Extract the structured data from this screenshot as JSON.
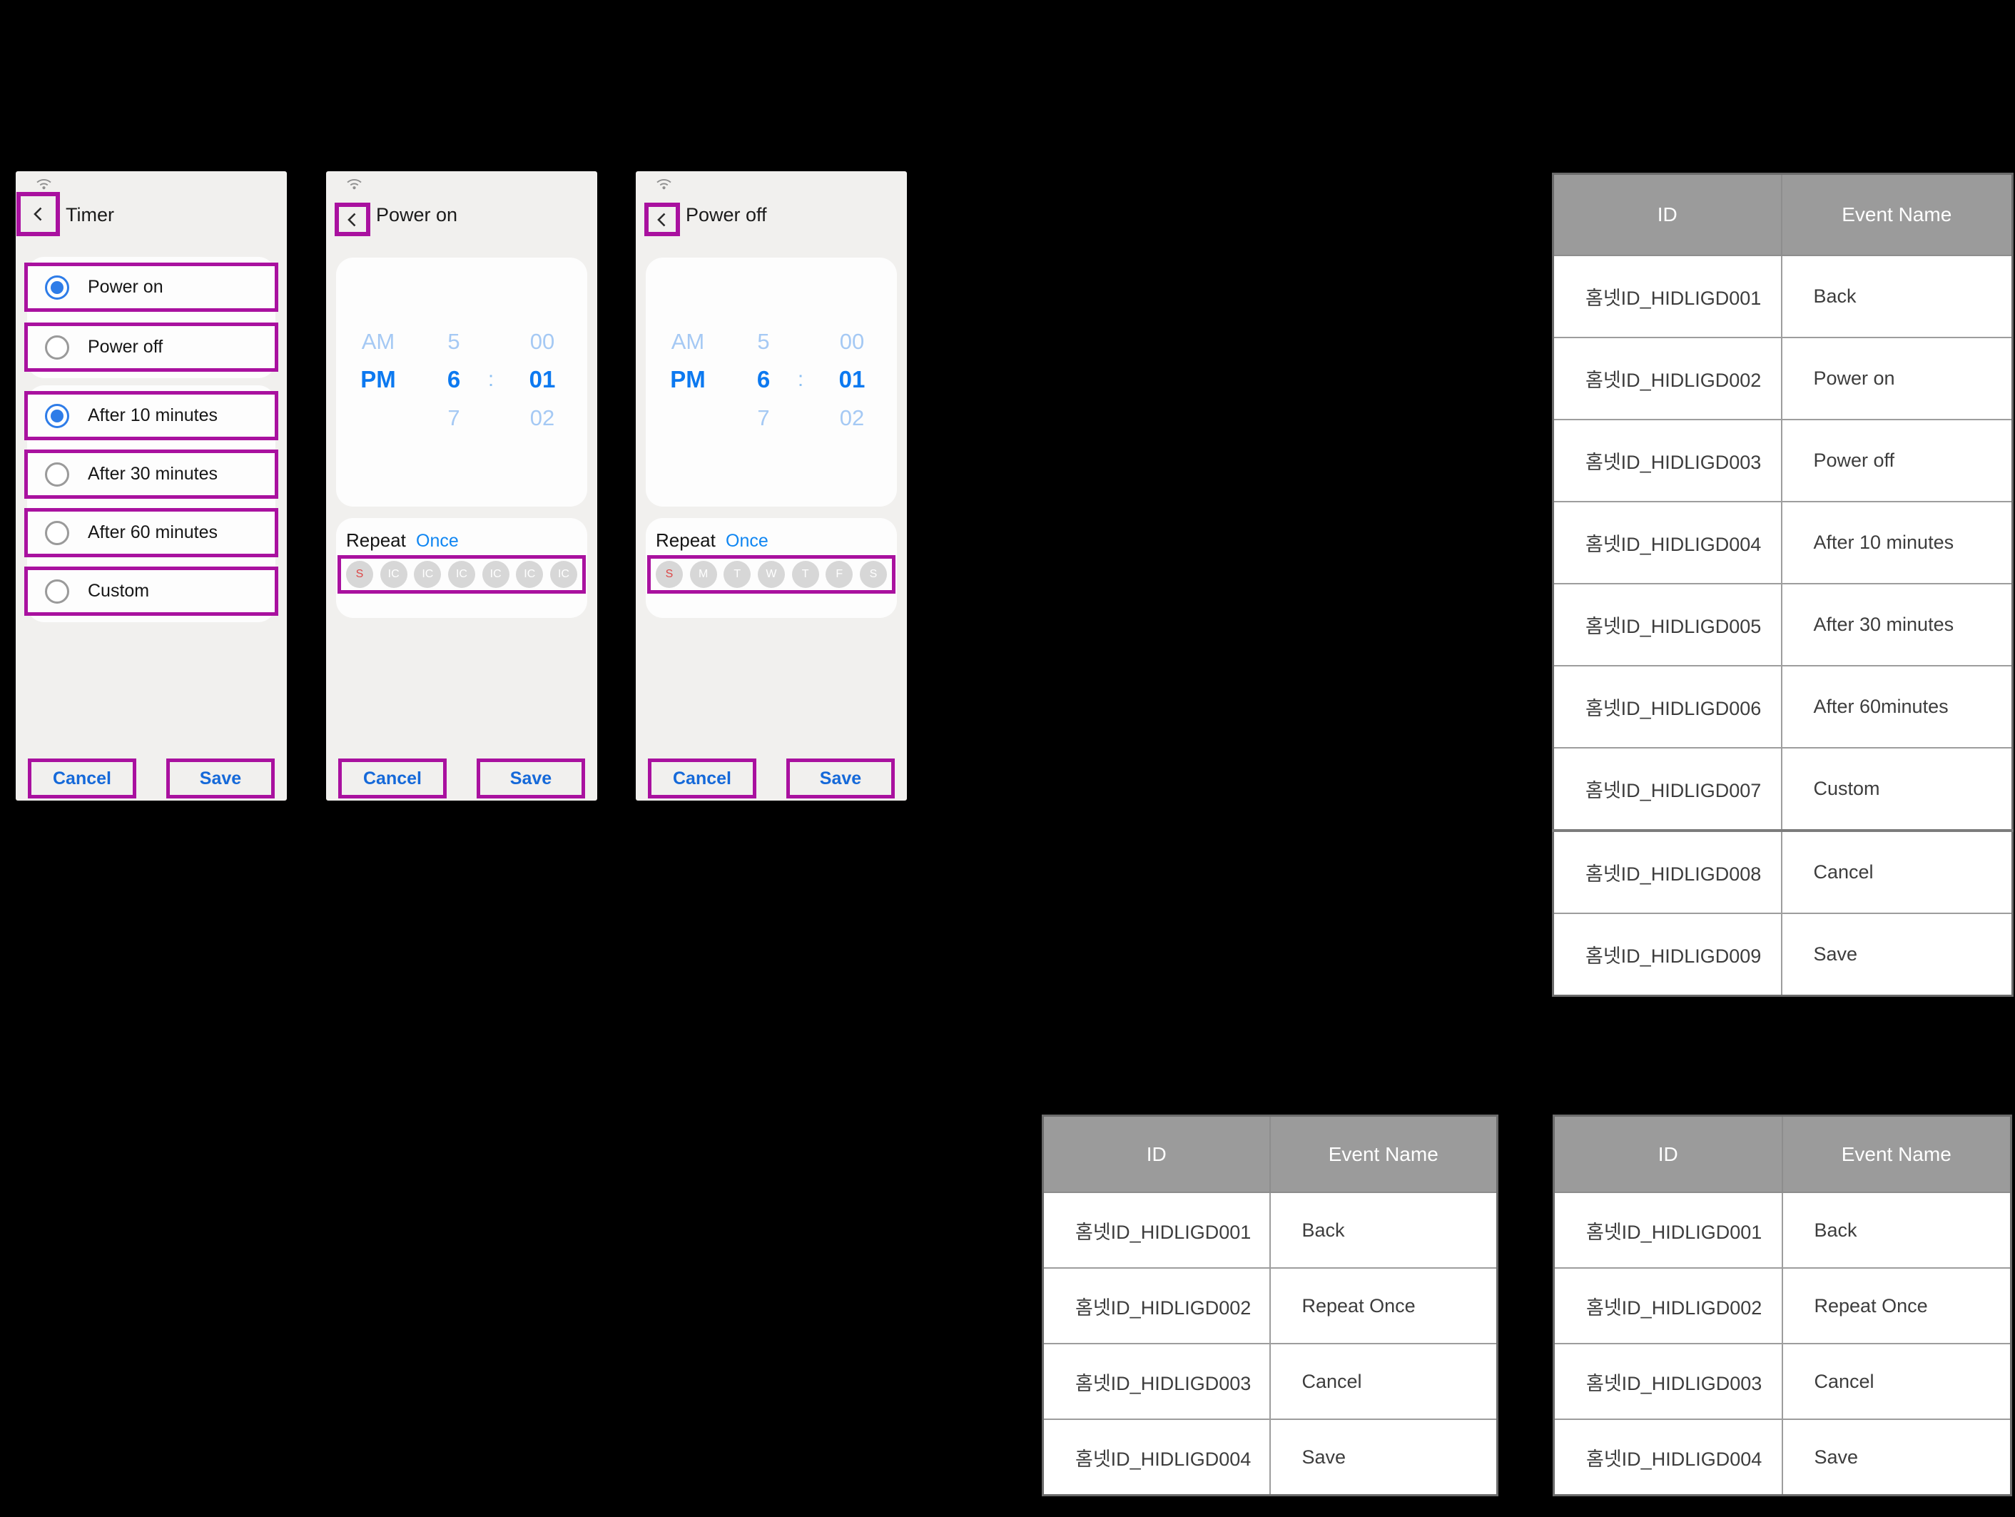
{
  "colors": {
    "annotation": "#a9119f",
    "accent_blue": "#0c79f0",
    "picker_dim_blue": "#a5c9f4",
    "button_blue": "#1569d9",
    "radio_selected_blue": "#2e7ce8",
    "sunday_red": "#dd4848",
    "table_header_bg": "#9b9b9b",
    "phone_bg": "#f1f0ee",
    "page_bg": "#000000"
  },
  "icons": {
    "wifi": "wifi-icon",
    "back": "chevron-left-icon"
  },
  "phones": {
    "timer": {
      "title": "Timer",
      "options": [
        {
          "label": "Power on"
        },
        {
          "label": "Power off"
        },
        {
          "label": "After 10 minutes"
        },
        {
          "label": "After 30 minutes"
        },
        {
          "label": "After 60 minutes"
        },
        {
          "label": "Custom"
        }
      ],
      "cancel_label": "Cancel",
      "save_label": "Save"
    },
    "power_on": {
      "title": "Power on",
      "picker": {
        "meridiems": [
          "AM",
          "PM"
        ],
        "hours": [
          "5",
          "6",
          "7"
        ],
        "minutes": [
          "00",
          "01",
          "02"
        ],
        "separator": ":",
        "selected_meridiem": "PM",
        "selected_hour": "6",
        "selected_minute": "01"
      },
      "repeat_label": "Repeat",
      "repeat_value": "Once",
      "days": [
        "S",
        "IC",
        "IC",
        "IC",
        "IC",
        "IC",
        "IC"
      ],
      "cancel_label": "Cancel",
      "save_label": "Save"
    },
    "power_off": {
      "title": "Power off",
      "picker": {
        "meridiems": [
          "AM",
          "PM"
        ],
        "hours": [
          "5",
          "6",
          "7"
        ],
        "minutes": [
          "00",
          "01",
          "02"
        ],
        "separator": ":",
        "selected_meridiem": "PM",
        "selected_hour": "6",
        "selected_minute": "01"
      },
      "repeat_label": "Repeat",
      "repeat_value": "Once",
      "days": [
        "S",
        "M",
        "T",
        "W",
        "T",
        "F",
        "S"
      ],
      "cancel_label": "Cancel",
      "save_label": "Save"
    }
  },
  "tables": [
    {
      "headers": [
        "ID",
        "Event Name"
      ],
      "rows": [
        [
          "홈넷ID_HIDLIGD001",
          "Back"
        ],
        [
          "홈넷ID_HIDLIGD002",
          "Power on"
        ],
        [
          "홈넷ID_HIDLIGD003",
          "Power off"
        ],
        [
          "홈넷ID_HIDLIGD004",
          "After 10 minutes"
        ],
        [
          "홈넷ID_HIDLIGD005",
          "After 30 minutes"
        ],
        [
          "홈넷ID_HIDLIGD006",
          "After 60minutes"
        ],
        [
          "홈넷ID_HIDLIGD007",
          "Custom"
        ],
        [
          "홈넷ID_HIDLIGD008",
          "Cancel"
        ],
        [
          "홈넷ID_HIDLIGD009",
          "Save"
        ]
      ]
    },
    {
      "headers": [
        "ID",
        "Event Name"
      ],
      "rows": [
        [
          "홈넷ID_HIDLIGD001",
          "Back"
        ],
        [
          "홈넷ID_HIDLIGD002",
          "Repeat Once"
        ],
        [
          "홈넷ID_HIDLIGD003",
          "Cancel"
        ],
        [
          "홈넷ID_HIDLIGD004",
          "Save"
        ]
      ]
    },
    {
      "headers": [
        "ID",
        "Event Name"
      ],
      "rows": [
        [
          "홈넷ID_HIDLIGD001",
          "Back"
        ],
        [
          "홈넷ID_HIDLIGD002",
          "Repeat Once"
        ],
        [
          "홈넷ID_HIDLIGD003",
          "Cancel"
        ],
        [
          "홈넷ID_HIDLIGD004",
          "Save"
        ]
      ]
    }
  ]
}
